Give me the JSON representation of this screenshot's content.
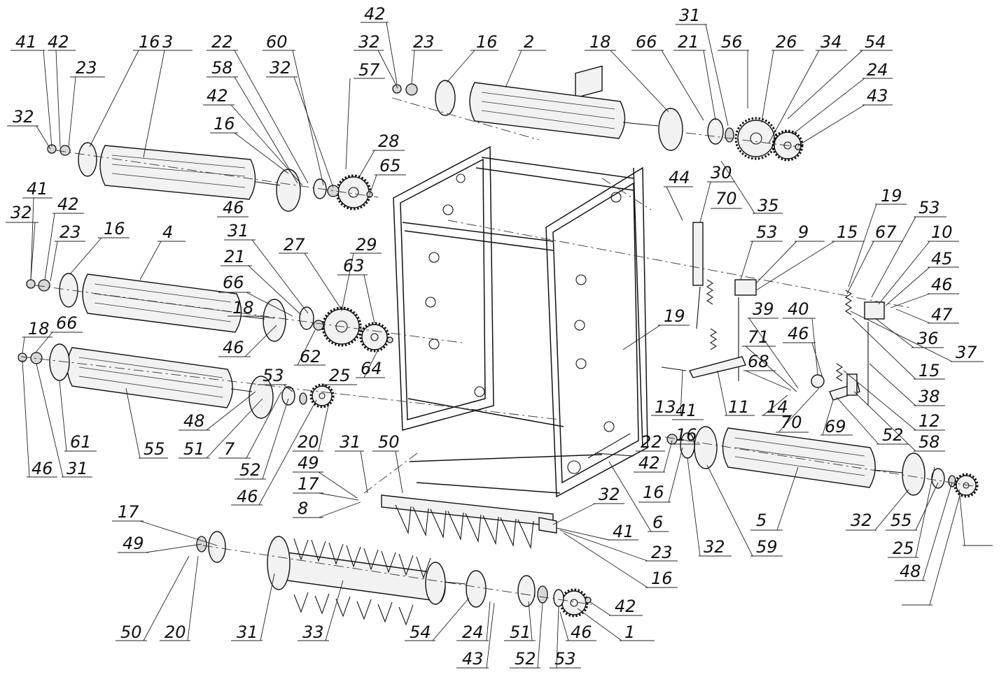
{
  "drawing": {
    "callouts": [
      "41",
      "42",
      "23",
      "16",
      "3",
      "22",
      "60",
      "32",
      "42",
      "23",
      "16",
      "2",
      "18",
      "66",
      "21",
      "31",
      "56",
      "26",
      "34",
      "54",
      "24",
      "43",
      "32",
      "58",
      "42",
      "16",
      "32",
      "57",
      "28",
      "65",
      "46",
      "41",
      "32",
      "42",
      "23",
      "16",
      "4",
      "31",
      "21",
      "66",
      "18",
      "46",
      "27",
      "29",
      "63",
      "62",
      "25",
      "64",
      "44",
      "30",
      "70",
      "35",
      "53",
      "9",
      "15",
      "19",
      "53",
      "67",
      "10",
      "45",
      "46",
      "47",
      "36",
      "37",
      "15",
      "38",
      "12",
      "58",
      "52",
      "69",
      "70",
      "14",
      "11",
      "13",
      "39",
      "71",
      "68",
      "40",
      "46",
      "19",
      "41",
      "42",
      "16",
      "32",
      "59",
      "5",
      "46",
      "18",
      "66",
      "61",
      "31",
      "55",
      "48",
      "51",
      "7",
      "52",
      "53",
      "46",
      "20",
      "31",
      "50",
      "49",
      "17",
      "8",
      "17",
      "49",
      "50",
      "20",
      "31",
      "33",
      "54",
      "24",
      "43",
      "51",
      "52",
      "53",
      "46",
      "1",
      "42",
      "32",
      "41",
      "23",
      "16",
      "6",
      "16",
      "22",
      "32",
      "55",
      "25",
      "48"
    ]
  }
}
